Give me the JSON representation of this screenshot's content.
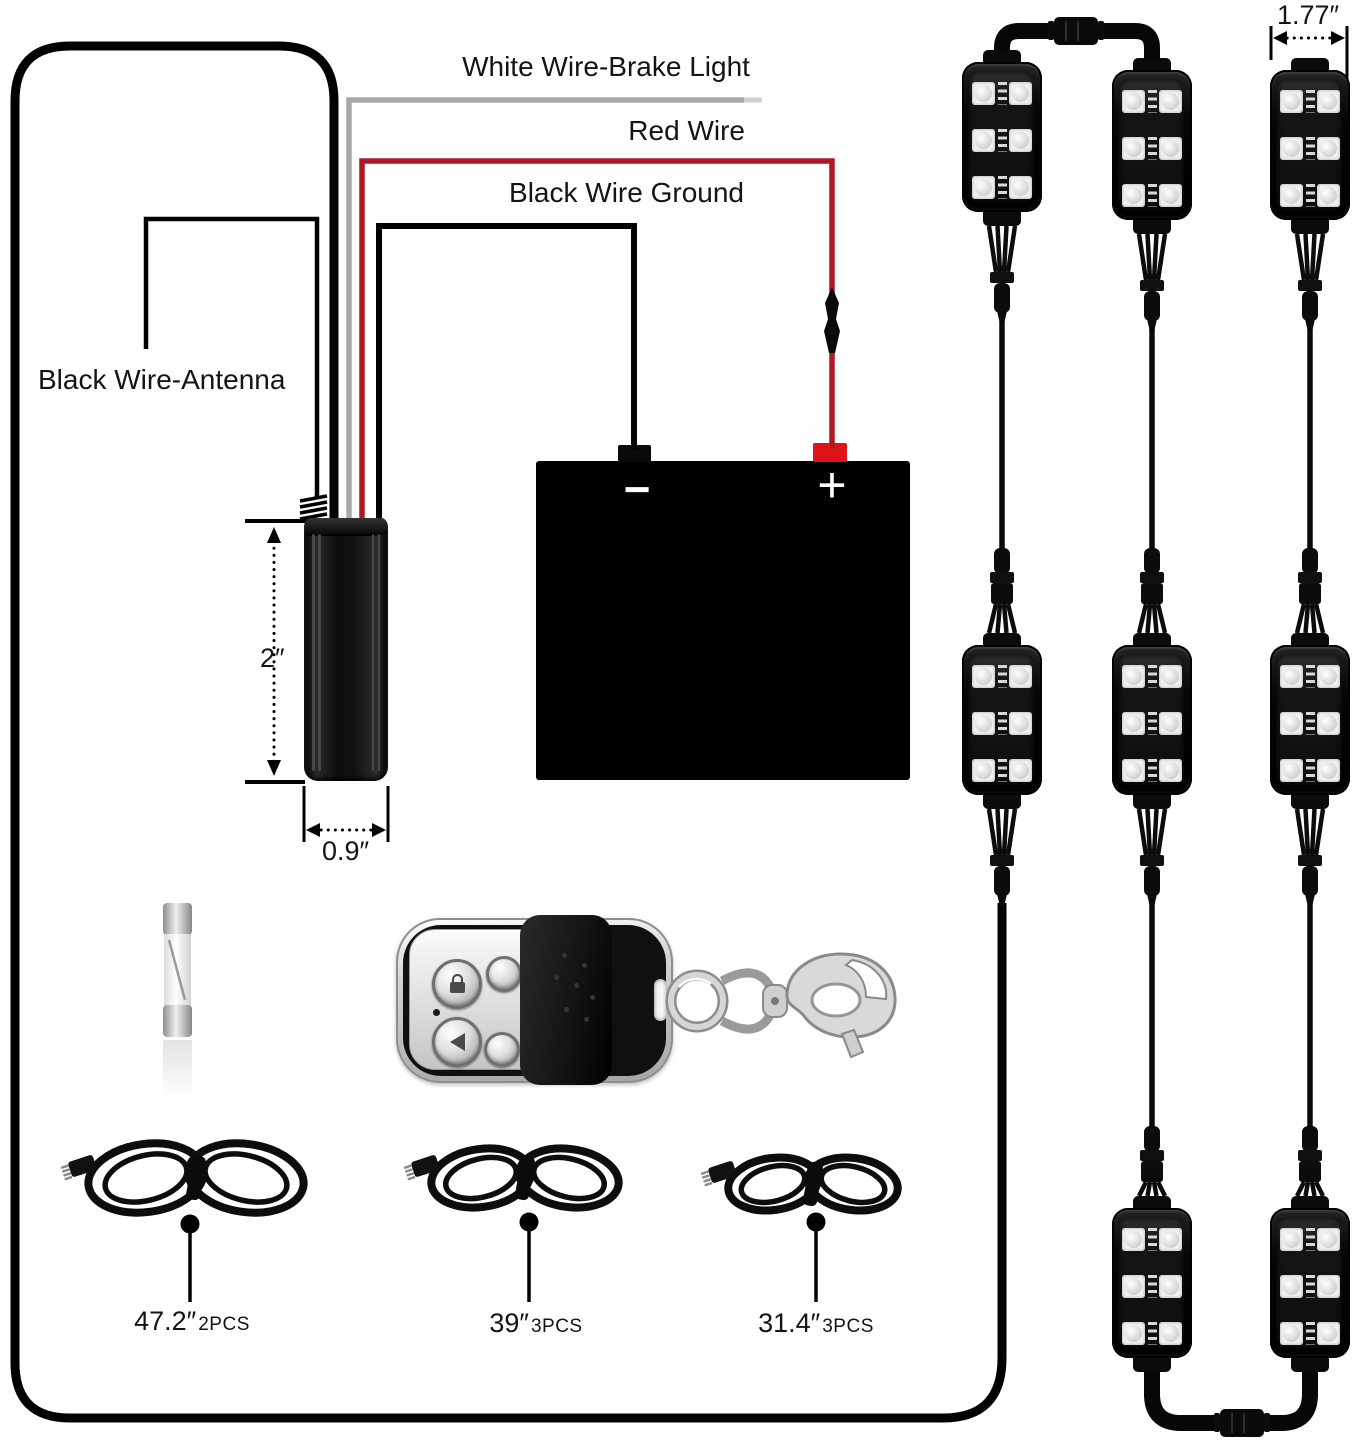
{
  "labels": {
    "white_wire": "White Wire-Brake Light",
    "red_wire": "Red Wire",
    "ground_wire": "Black Wire Ground",
    "antenna_wire": "Black Wire-Antenna"
  },
  "dimensions": {
    "controller_height": "2″",
    "controller_width": "0.9″",
    "pod_width": "1.77″"
  },
  "battery": {
    "negative": "−",
    "positive": "+"
  },
  "cables": [
    {
      "length": "47.2″",
      "qty": "2PCS"
    },
    {
      "length": "39″",
      "qty": "3PCS"
    },
    {
      "length": "31.4″",
      "qty": "3PCS"
    }
  ],
  "colors": {
    "red_wire": "#b01823",
    "red_terminal": "#e01219",
    "gray_wire": "#a8a8a8",
    "wire_black": "#000000"
  }
}
